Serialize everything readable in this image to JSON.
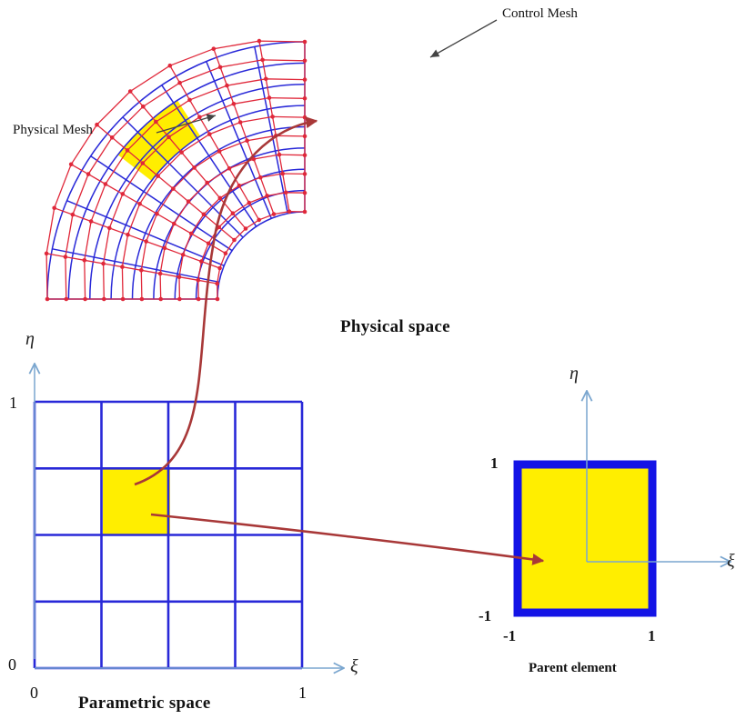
{
  "figure": {
    "physical": {
      "control_mesh_label": "Control Mesh",
      "physical_mesh_label": "Physical Mesh",
      "caption": "Physical space"
    },
    "parametric": {
      "caption": "Parametric space",
      "axis_x": "ξ",
      "axis_y": "η",
      "tick_origin": "0",
      "tick_x_one": "1",
      "tick_y_one": "1",
      "grid_divisions": 4,
      "highlighted_cell": {
        "col": 1,
        "row": 1
      }
    },
    "parent": {
      "caption": "Parent element",
      "axis_x": "ξ",
      "axis_y": "η",
      "tick_y_top": "1",
      "tick_y_bottom": "-1",
      "tick_x_left": "-1",
      "tick_x_right": "1"
    },
    "colors": {
      "mesh_blue": "#2828d8",
      "control_red": "#e0283a",
      "highlight_yellow": "#ffee00",
      "axis_light_blue": "#7aa6cf",
      "mapping_arrow": "#b04848"
    }
  }
}
